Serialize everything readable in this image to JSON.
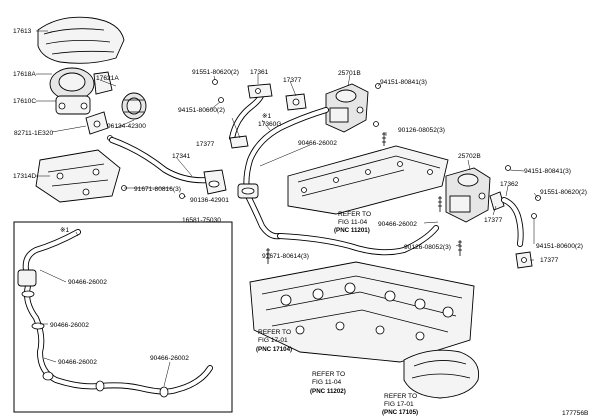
{
  "labels": {
    "p17613": "17613",
    "p17618a": "17618A",
    "p17621a": "17621A",
    "p17610c": "17610C",
    "p82711": "82711-1E320",
    "p96134": "96134-42300",
    "p17314d": "17314D",
    "p91671_80816": "91671-80816(3)",
    "p90136": "90136-42901",
    "p16581": "16581-75030",
    "p17341": "17341",
    "p91551_a": "91551-80620(2)",
    "p94151_80600_a": "94151-80600(2)",
    "p17361": "17361",
    "p17377_a": "17377",
    "p25701b": "25701B",
    "p94151_80841_a": "94151-80841(3)",
    "p17377_b": "17377",
    "p17360g_ref": "※1",
    "p17360g": "17360G",
    "p90466_a": "90466-26002",
    "p90126_a": "90126-08052(3)",
    "p25702b": "25702B",
    "p94151_80841_b": "94151-80841(3)",
    "p17362": "17362",
    "p91551_b": "91551-80620(2)",
    "p17377_c": "17377",
    "p94151_80600_b": "94151-80600(2)",
    "p90466_b": "90466-26002",
    "p90126_b": "90126-08052(3)",
    "p17377_d": "17377",
    "p91671_80614": "91671-80614(3)",
    "inset_ref": "※1",
    "inset_90466_a": "90466-26002",
    "inset_90466_b": "90466-26002",
    "inset_90466_c": "90466-26002",
    "inset_90466_d": "90466-26002",
    "diagram_id": "177756B"
  },
  "references": [
    {
      "line1": "REFER TO",
      "line2": "FIG 11-04",
      "pnc": "(PNC 11201)"
    },
    {
      "line1": "REFER TO",
      "line2": "FIG 17-01",
      "pnc": "(PNC 17104)"
    },
    {
      "line1": "REFER TO",
      "line2": "FIG 11-04",
      "pnc": "(PNC 11202)"
    },
    {
      "line1": "REFER TO",
      "line2": "FIG 17-01",
      "pnc": "(PNC 17105)"
    }
  ]
}
